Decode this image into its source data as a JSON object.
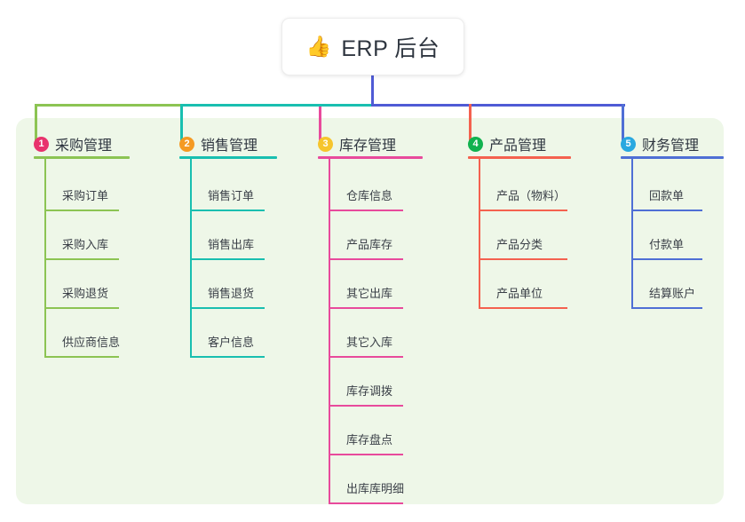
{
  "root": {
    "icon": "thumbs-up-icon",
    "emoji": "👍",
    "title": "ERP 后台"
  },
  "palette": {
    "panel_bg": "#eef7e8",
    "page_bg": "#ffffff",
    "trunk": "#4f5bd5",
    "text": "#2f3640"
  },
  "columns": [
    {
      "number": "1",
      "title": "采购管理",
      "badge_color": "#e8336d",
      "rule_color": "#8cc453",
      "line_color": "#8cc453",
      "items": [
        "采购订单",
        "采购入库",
        "采购退货",
        "供应商信息"
      ]
    },
    {
      "number": "2",
      "title": "销售管理",
      "badge_color": "#f59a23",
      "rule_color": "#19bfb0",
      "line_color": "#7ed0c4",
      "items": [
        "销售订单",
        "销售出库",
        "销售退货",
        "客户信息"
      ]
    },
    {
      "number": "3",
      "title": "库存管理",
      "badge_color": "#f6c52d",
      "rule_color": "#e84a9c",
      "line_color": "#e86fae",
      "items": [
        "仓库信息",
        "产品库存",
        "其它出库",
        "其它入库",
        "库存调拨",
        "库存盘点",
        "出库库明细"
      ]
    },
    {
      "number": "4",
      "title": "产品管理",
      "badge_color": "#11b24f",
      "rule_color": "#f4614f",
      "line_color": "#f59289",
      "items": [
        "产品（物料）",
        "产品分类",
        "产品单位"
      ]
    },
    {
      "number": "5",
      "title": "财务管理",
      "badge_color": "#29a8e0",
      "rule_color": "#4f6fd5",
      "line_color": "#8fa2e0",
      "items": [
        "回款单",
        "付款单",
        "结算账户"
      ]
    }
  ],
  "connectors": {
    "trunk_color": "#4f5bd5",
    "bus_segments": [
      {
        "color": "#8cc453",
        "label": "bus-green"
      },
      {
        "color": "#19bfb0",
        "label": "bus-teal"
      },
      {
        "color": "#4f5bd5",
        "label": "bus-blue"
      }
    ],
    "drops": [
      {
        "color": "#8cc453",
        "label": "drop-to-col-1"
      },
      {
        "color": "#19bfb0",
        "label": "drop-to-col-2"
      },
      {
        "color": "#e84a9c",
        "label": "drop-to-col-3"
      },
      {
        "color": "#f4614f",
        "label": "drop-to-col-4"
      },
      {
        "color": "#4f6fd5",
        "label": "drop-to-col-5"
      }
    ]
  }
}
